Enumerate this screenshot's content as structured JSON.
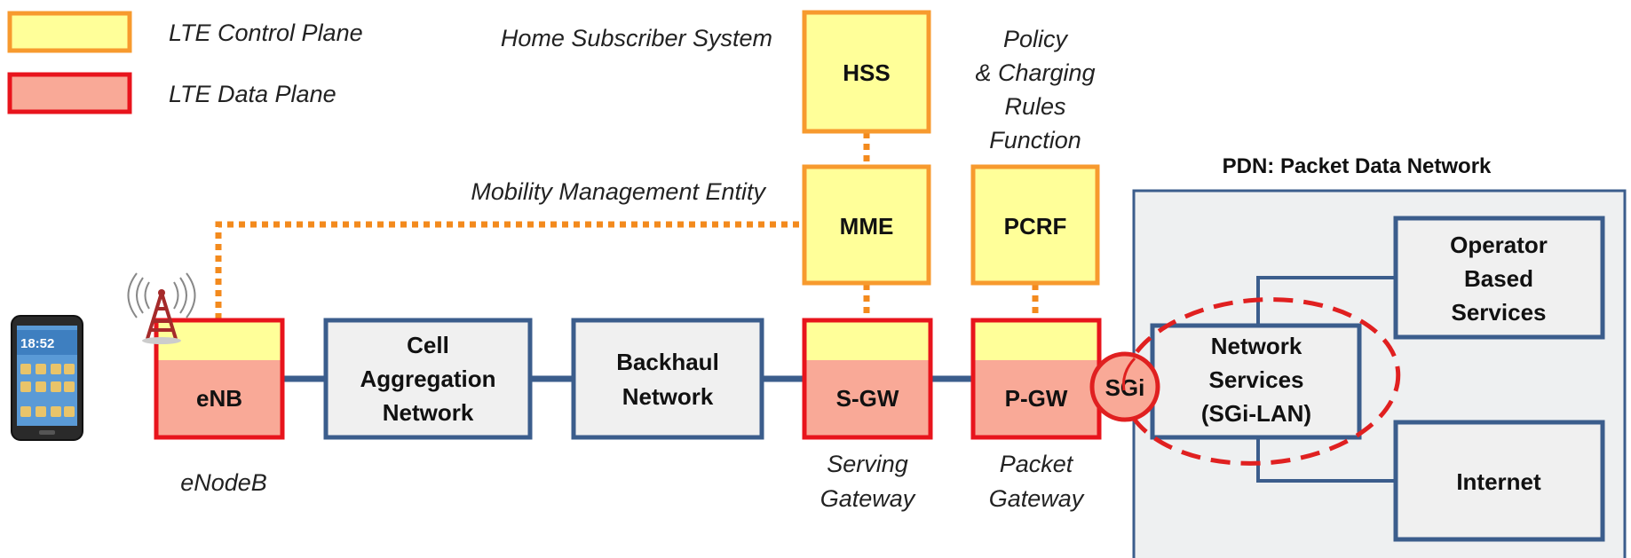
{
  "legend": {
    "control_plane": "LTE Control Plane",
    "data_plane": "LTE Data Plane"
  },
  "nodes": {
    "hss": "HSS",
    "mme": "MME",
    "pcrf": "PCRF",
    "enb": "eNB",
    "sgw": "S-GW",
    "pgw": "P-GW",
    "cell_agg": [
      "Cell",
      "Aggregation",
      "Network"
    ],
    "backhaul": [
      "Backhaul",
      "Network"
    ],
    "network_services": [
      "Network",
      "Services",
      "(SGi-LAN)"
    ],
    "operator_services": [
      "Operator",
      "Based",
      "Services"
    ],
    "internet": "Internet",
    "sgi": "SGi"
  },
  "annotations": {
    "hss_desc": "Home Subscriber System",
    "mme_desc": "Mobility Management Entity",
    "pcrf_desc": [
      "Policy",
      "& Charging",
      "Rules",
      "Function"
    ],
    "enb_desc": "eNodeB",
    "sgw_desc": [
      "Serving",
      "Gateway"
    ],
    "pgw_desc": [
      "Packet",
      "Gateway"
    ]
  },
  "pdn_title": "PDN: Packet Data Network",
  "phone_time": "18:52",
  "colors": {
    "control_fill": "#ffff99",
    "control_border": "#f79a2e",
    "data_fill": "#f9a997",
    "data_border": "#e8141c",
    "box_fill": "#f0f0f0",
    "box_border": "#3b5d8c",
    "pdn_fill": "#eef0f1",
    "link": "#3b5d8c",
    "dotted": "#f38a1d",
    "sgi_circle": "#e02020"
  }
}
